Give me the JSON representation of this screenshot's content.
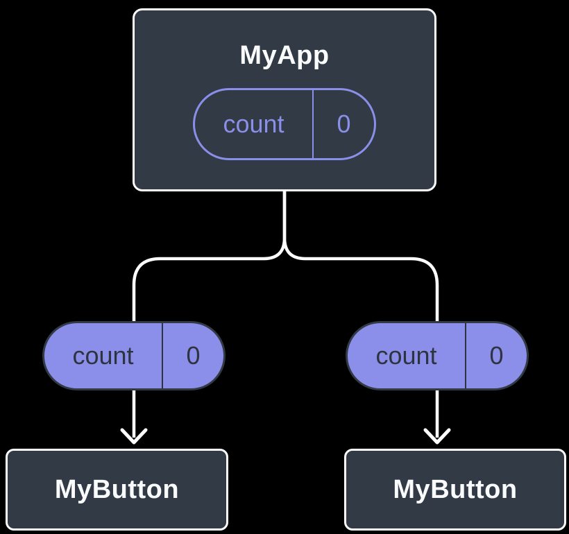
{
  "canvas": {
    "background": "#000000"
  },
  "colors": {
    "background": "#000000",
    "node_fill": "#323A46",
    "node_border": "#FFFFFF",
    "node_text": "#FAFBFC",
    "purple": "#8A8FE9",
    "pill_fill": "#8B8FEA",
    "pill_text": "#2D3440",
    "connector": "#FFFFFF"
  },
  "diagram": {
    "type": "component-tree",
    "root": {
      "title": "MyApp",
      "state_pill": {
        "label": "count",
        "value": "0",
        "style": "outline"
      }
    },
    "children": [
      {
        "prop_pill": {
          "label": "count",
          "value": "0",
          "style": "filled"
        },
        "node": {
          "title": "MyButton"
        }
      },
      {
        "prop_pill": {
          "label": "count",
          "value": "0",
          "style": "filled"
        },
        "node": {
          "title": "MyButton"
        }
      }
    ]
  }
}
